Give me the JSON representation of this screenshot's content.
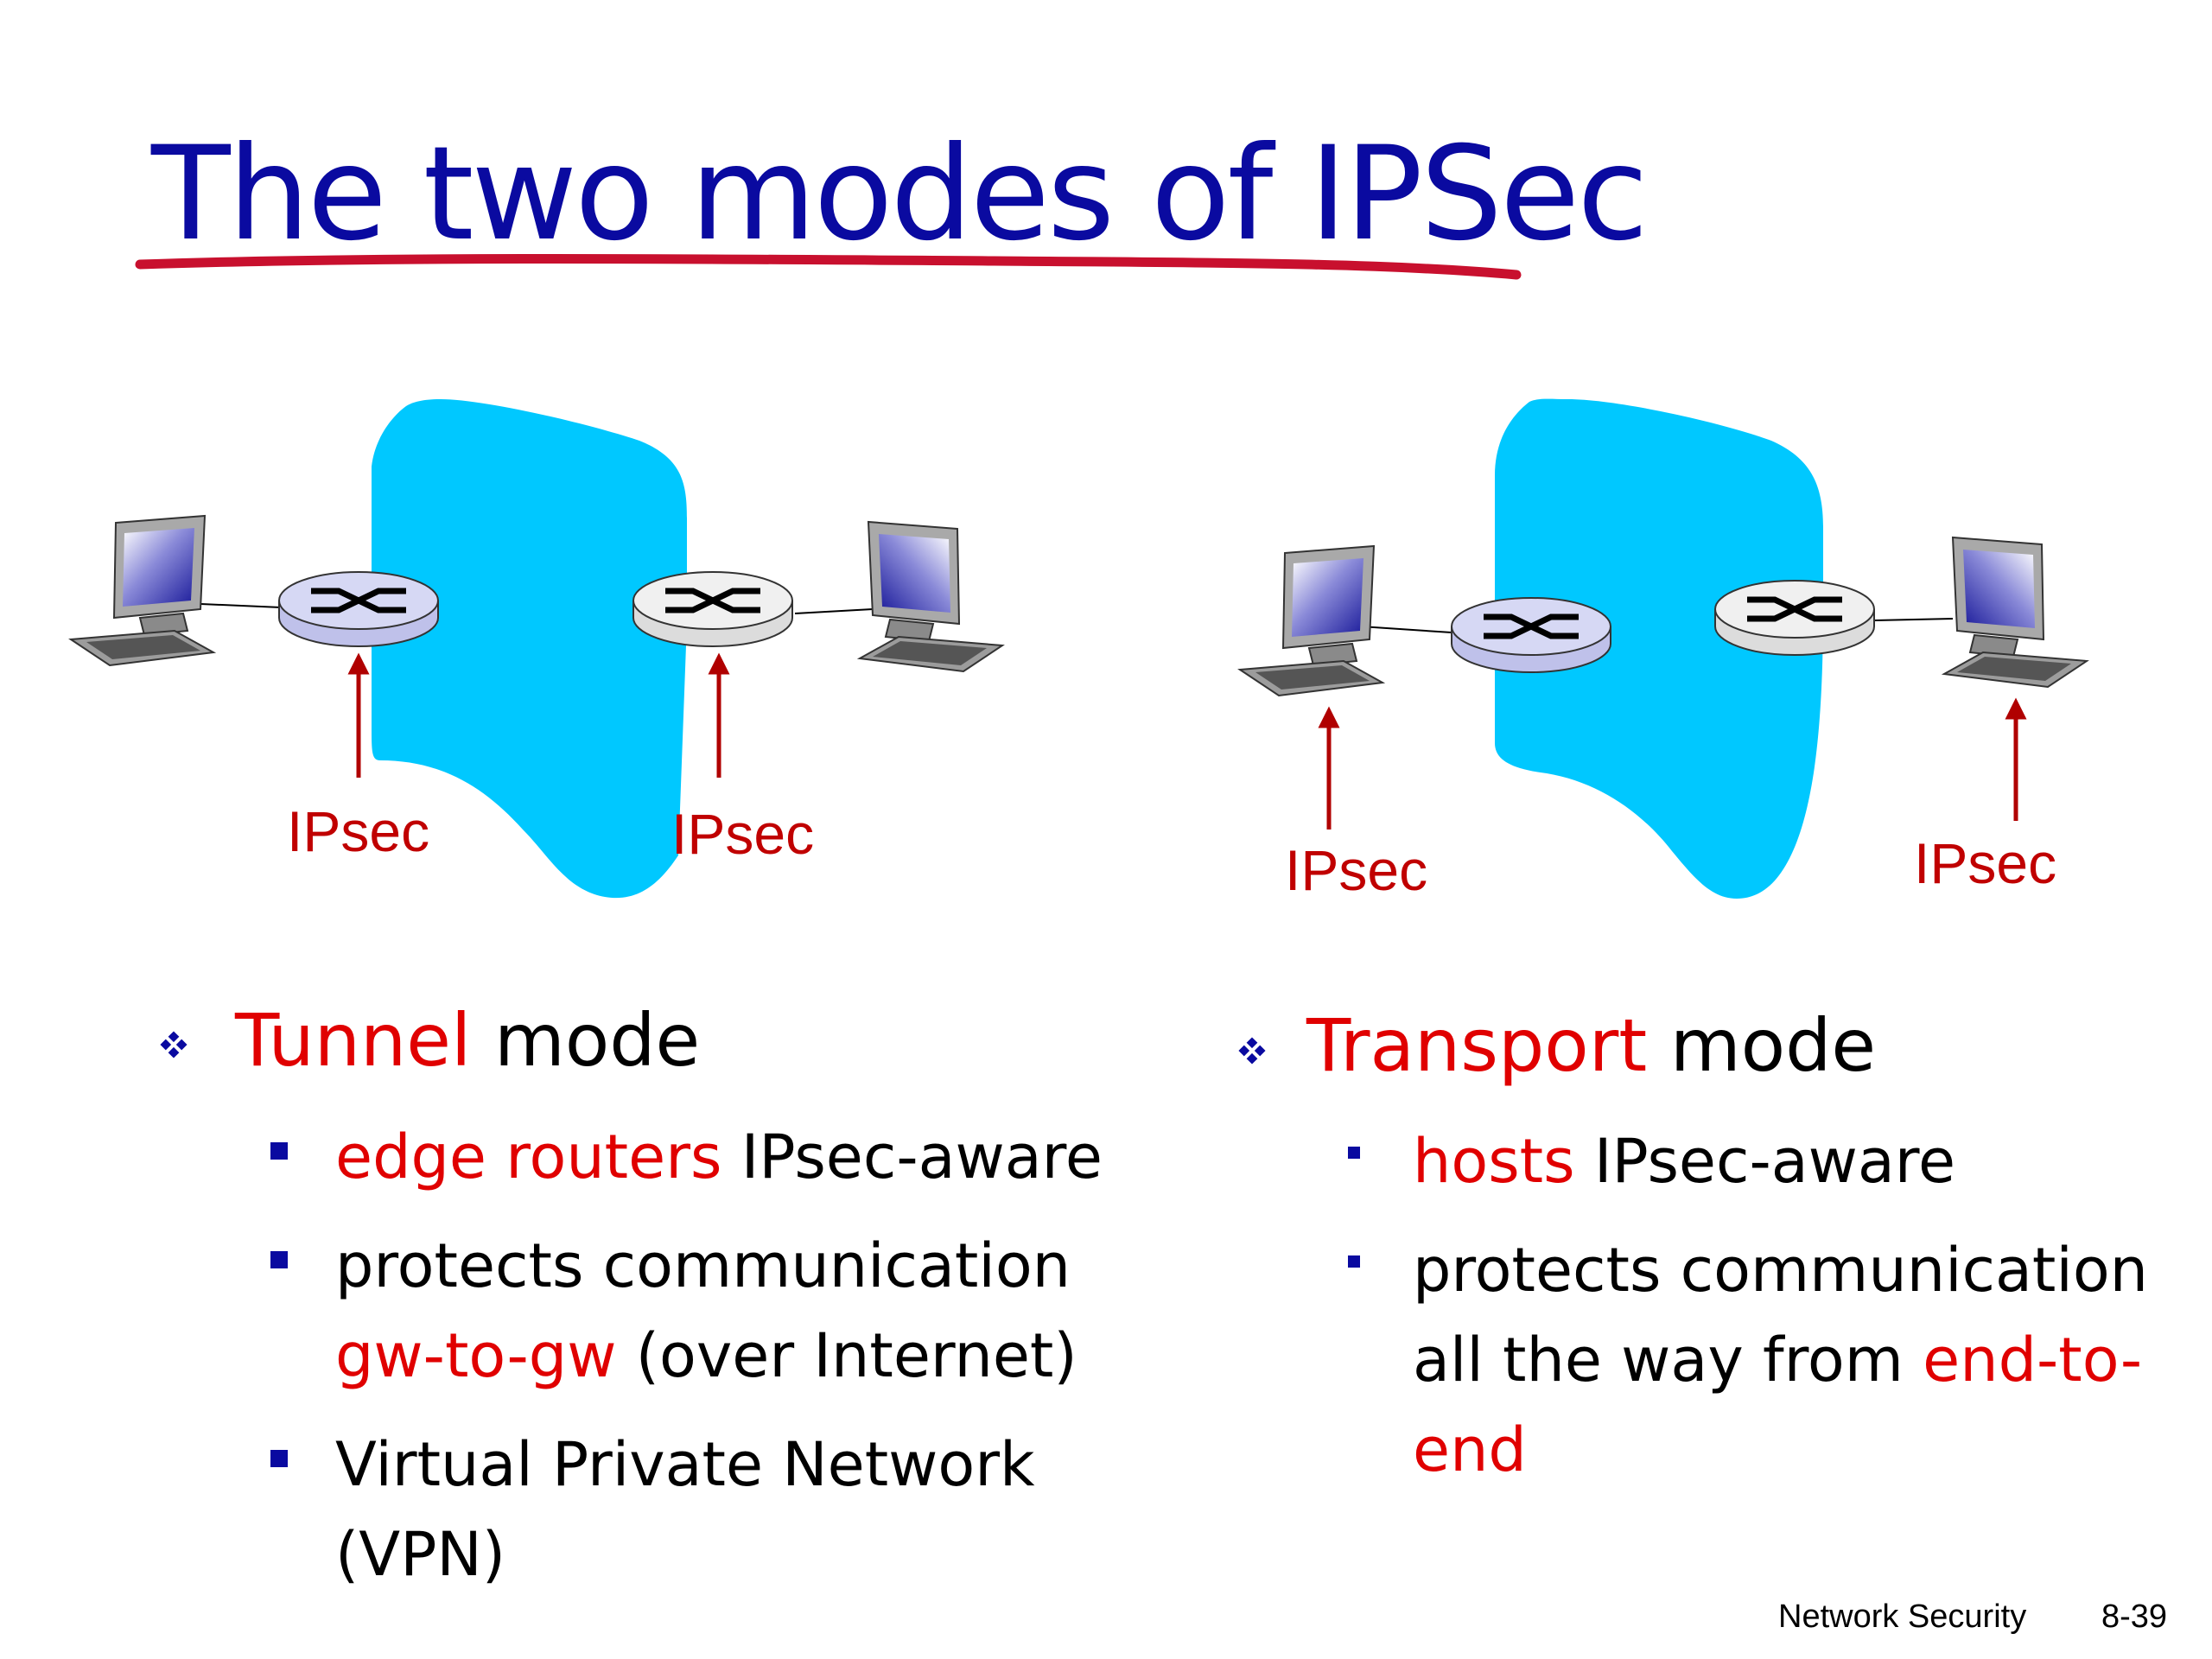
{
  "title": "The two modes of IPSec",
  "colors": {
    "title": "#0a0aa0",
    "underline": "#c8102e",
    "accent": "#e00000",
    "cloud": "#00c8ff",
    "router_left": "#d6d8f4",
    "router_right": "#f0f0f0"
  },
  "diagrams": {
    "tunnel": {
      "ipsec_label_1": "IPsec",
      "ipsec_label_2": "IPsec"
    },
    "transport": {
      "ipsec_label_1": "IPsec",
      "ipsec_label_2": "IPsec"
    }
  },
  "tunnel": {
    "heading_em": "Tunnel",
    "heading_rest": " mode",
    "items": [
      {
        "lines": [
          [
            {
              "t": "edge routers",
              "red": true
            },
            {
              "t": " IPsec-aware",
              "red": false
            }
          ]
        ]
      },
      {
        "lines": [
          [
            {
              "t": "protects communication",
              "red": false
            }
          ],
          [
            {
              "t": "gw-to-gw",
              "red": true
            },
            {
              "t": " (over Internet)",
              "red": false
            }
          ]
        ]
      },
      {
        "lines": [
          [
            {
              "t": "Virtual Private Network",
              "red": false
            }
          ],
          [
            {
              "t": "(VPN)",
              "red": false
            }
          ]
        ]
      }
    ]
  },
  "transport": {
    "heading_em": "Transport",
    "heading_rest": " mode",
    "items": [
      {
        "lines": [
          [
            {
              "t": "hosts",
              "red": true
            },
            {
              "t": " IPsec-aware",
              "red": false
            }
          ]
        ]
      },
      {
        "lines": [
          [
            {
              "t": "protects communication",
              "red": false
            }
          ],
          [
            {
              "t": "all the way from ",
              "red": false
            },
            {
              "t": "end-to-",
              "red": true
            }
          ],
          [
            {
              "t": "end",
              "red": true
            }
          ]
        ]
      }
    ]
  },
  "footer": {
    "section": "Network Security",
    "page": "8-39"
  }
}
